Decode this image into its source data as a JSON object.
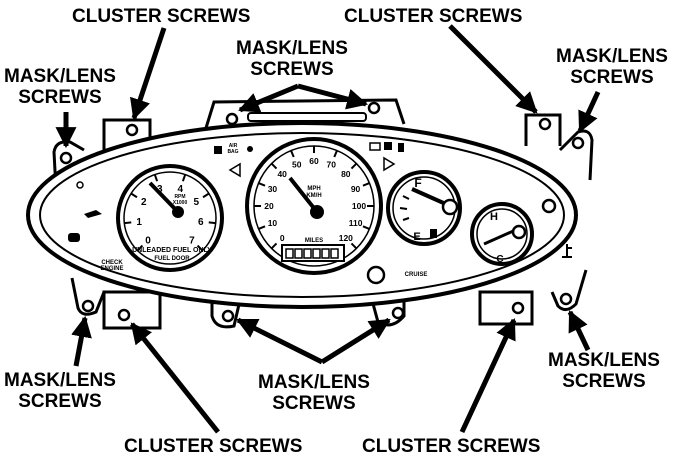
{
  "callouts": {
    "top_left_cluster": "CLUSTER SCREWS",
    "top_right_cluster": "CLUSTER SCREWS",
    "top_center_mask": [
      "MASK/LENS",
      "SCREWS"
    ],
    "upper_left_mask": [
      "MASK/LENS",
      "SCREWS"
    ],
    "upper_right_mask": [
      "MASK/LENS",
      "SCREWS"
    ],
    "lower_left_mask": [
      "MASK/LENS",
      "SCREWS"
    ],
    "lower_center_mask": [
      "MASK/LENS",
      "SCREWS"
    ],
    "lower_right_mask": [
      "MASK/LENS",
      "SCREWS"
    ],
    "bottom_left_cluster": "CLUSTER SCREWS",
    "bottom_right_cluster": "CLUSTER SCREWS"
  },
  "panel_labels": {
    "check_engine": [
      "CHECK",
      "ENGINE"
    ],
    "fuel_notice": [
      "UNLEADED FUEL ONLY",
      "FUEL DOOR"
    ],
    "cruise": "CRUISE",
    "air_bag": [
      "AIR",
      "BAG"
    ],
    "miles": "MILES",
    "mph": [
      "MPH",
      "KM/H"
    ],
    "rpm": [
      "RPM",
      "X1000"
    ]
  },
  "tachometer": {
    "ticks": [
      "0",
      "1",
      "2",
      "3",
      "4",
      "5",
      "6",
      "7"
    ]
  },
  "speedometer": {
    "ticks": [
      "0",
      "10",
      "20",
      "30",
      "40",
      "50",
      "60",
      "70",
      "80",
      "90",
      "100",
      "110",
      "120"
    ]
  },
  "fuel_gauge": {
    "full": "F",
    "empty": "E"
  },
  "temp_gauge": {
    "hot": "H",
    "cold": "C"
  },
  "colors": {
    "ink": "#000000",
    "paper": "#ffffff"
  }
}
